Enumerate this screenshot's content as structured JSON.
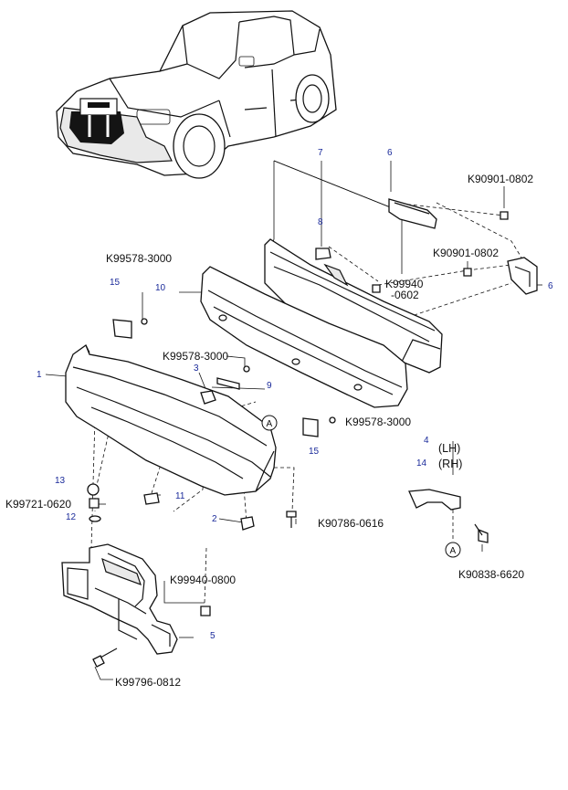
{
  "callouts": {
    "n1": "1",
    "n2": "2",
    "n3": "3",
    "n4": "4",
    "n5": "5",
    "n6a": "6",
    "n6b": "6",
    "n7": "7",
    "n8": "8",
    "n9": "9",
    "n10": "10",
    "n11": "11",
    "n12": "12",
    "n13": "13",
    "n14": "14",
    "n15a": "15",
    "n15b": "15"
  },
  "part_codes": {
    "k90901_top": "K90901-0802",
    "k90901_mid": "K90901-0802",
    "k99578_left": "K99578-3000",
    "k99578_center": "K99578-3000",
    "k99578_right": "K99578-3000",
    "k99940_a": "K99940",
    "k99940_b": "-0602",
    "k99721": "K99721-0620",
    "k90786": "K90786-0616",
    "k99940_0800": "K99940-0800",
    "k99796": "K99796-0812",
    "k90838": "K90838-6620"
  },
  "side_labels": {
    "lh": "(LH)",
    "rh": "(RH)"
  },
  "ref_marks": {
    "a1": "A",
    "a2": "A"
  }
}
